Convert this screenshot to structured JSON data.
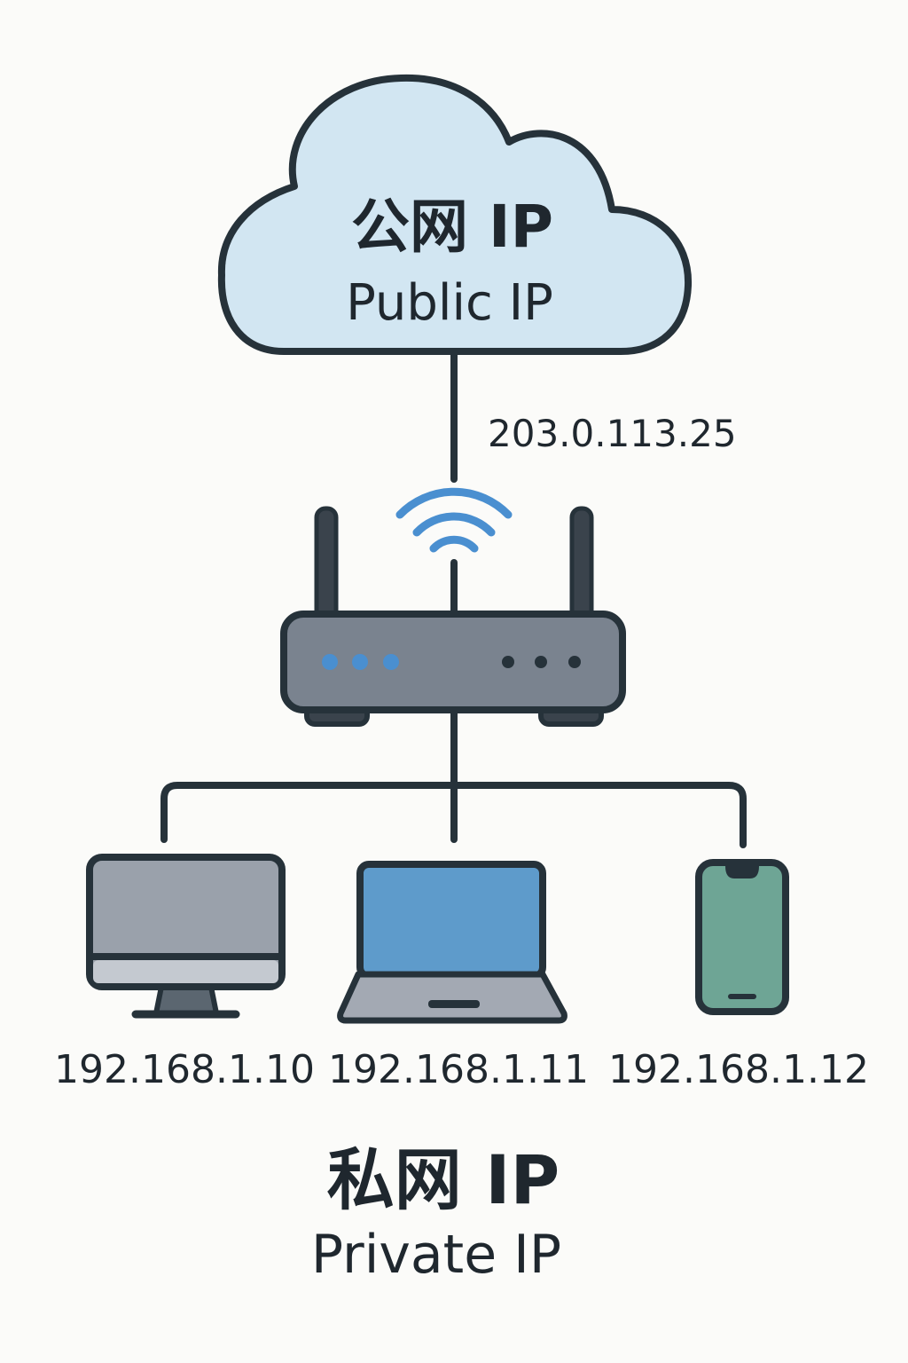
{
  "public": {
    "title_cn": "公网 IP",
    "title_en": "Public IP",
    "address": "203.0.113.25"
  },
  "devices": [
    {
      "kind": "desktop-monitor",
      "ip": "192.168.1.10"
    },
    {
      "kind": "laptop",
      "ip": "192.168.1.11"
    },
    {
      "kind": "smartphone",
      "ip": "192.168.1.12"
    }
  ],
  "private": {
    "title_cn": "私网 IP",
    "title_en": "Private IP"
  },
  "colors": {
    "background": "#fbfbf9",
    "outline": "#26323a",
    "cloud_fill": "#d2e6f2",
    "wifi": "#4a8fd0",
    "router_body": "#7a838f",
    "router_led_blue": "#4a8fd0",
    "monitor_screen": "#9aa1ab",
    "laptop_screen": "#5e9bcb",
    "phone_screen": "#6ea595"
  }
}
